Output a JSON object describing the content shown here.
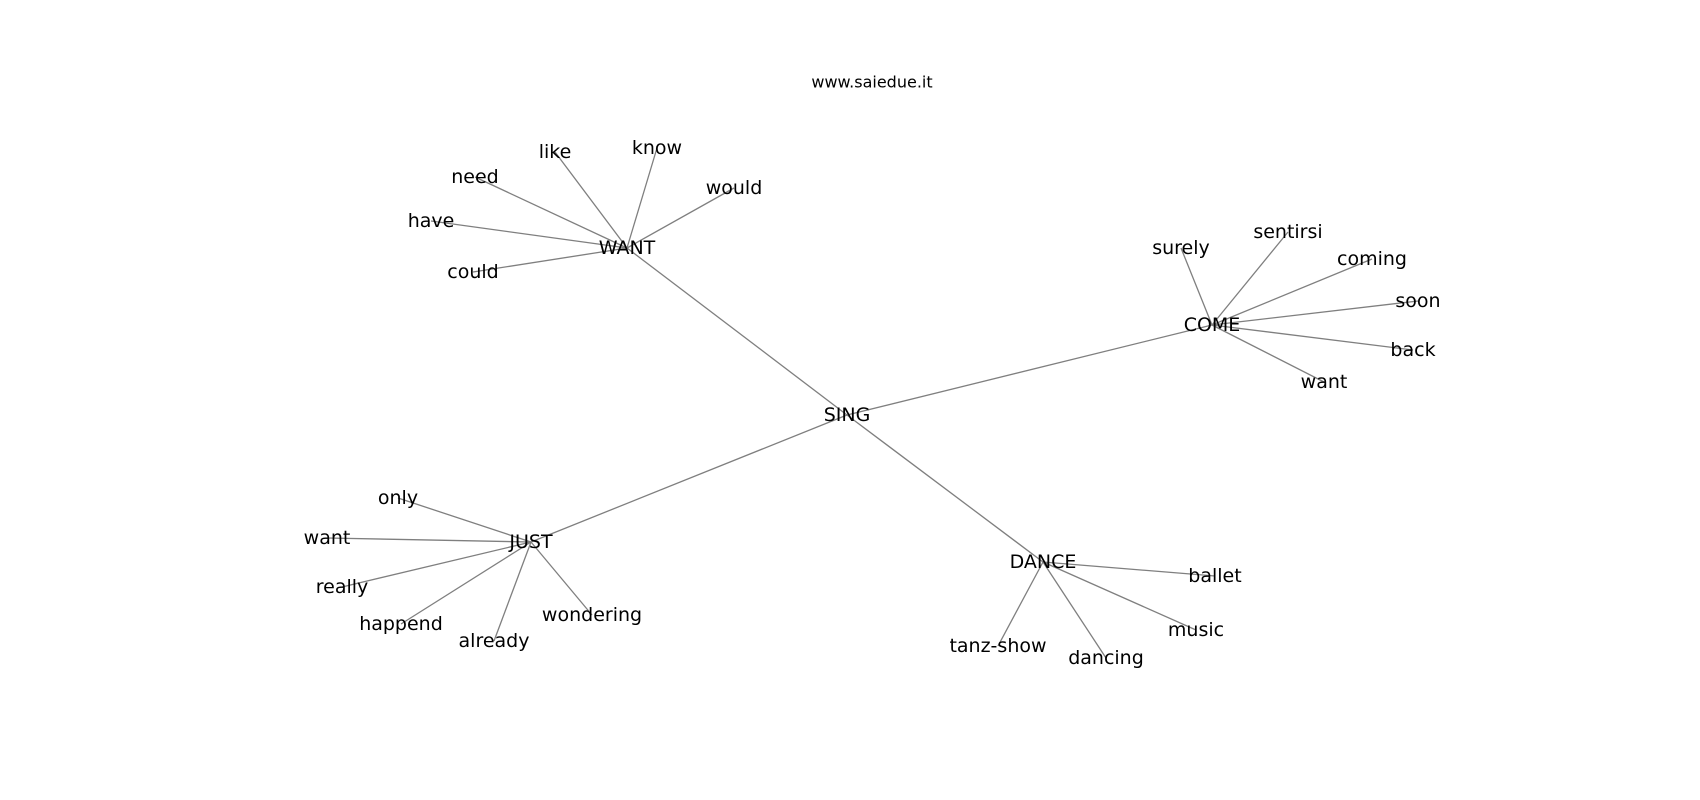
{
  "title": "www.saiedue.it",
  "graph": {
    "center": "SING",
    "hubs": [
      {
        "label": "WANT",
        "children": [
          "like",
          "know",
          "would",
          "need",
          "have",
          "could"
        ]
      },
      {
        "label": "COME",
        "children": [
          "surely",
          "sentirsi",
          "coming",
          "soon",
          "back",
          "want"
        ]
      },
      {
        "label": "JUST",
        "children": [
          "only",
          "want",
          "really",
          "happend",
          "already",
          "wondering"
        ]
      },
      {
        "label": "DANCE",
        "children": [
          "ballet",
          "music",
          "dancing",
          "tanz-show"
        ]
      }
    ]
  },
  "colors": {
    "edge": "#7f7f7f",
    "text": "#000000",
    "background": "#ffffff"
  }
}
